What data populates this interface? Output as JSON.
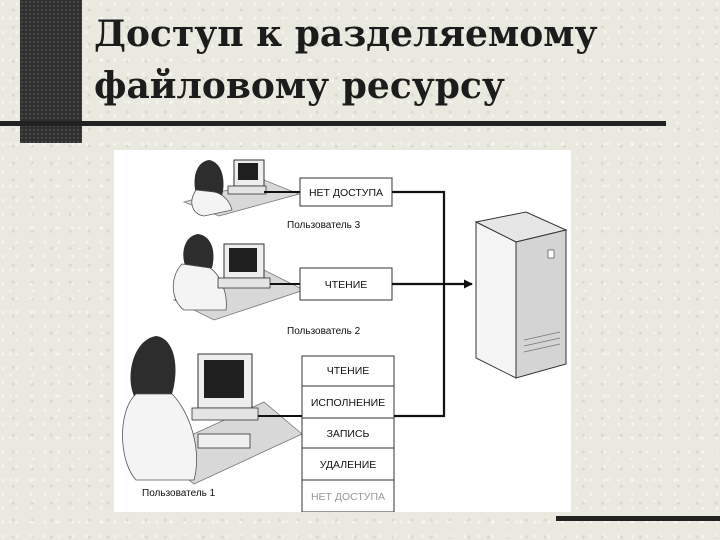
{
  "slide": {
    "title_line1": "Доступ к разделяемому",
    "title_line2": "файловому ресурсу"
  },
  "figure": {
    "users": [
      {
        "label": "Пользователь 3",
        "rights": [
          "НЕТ ДОСТУПА"
        ]
      },
      {
        "label": "Пользователь 2",
        "rights": [
          "ЧТЕНИЕ"
        ]
      },
      {
        "label": "Пользователь 1",
        "rights": [
          "ЧТЕНИЕ",
          "ИСПОЛНЕНИЕ",
          "ЗАПИСЬ",
          "УДАЛЕНИЕ",
          "НЕТ ДОСТУПА"
        ]
      }
    ]
  }
}
